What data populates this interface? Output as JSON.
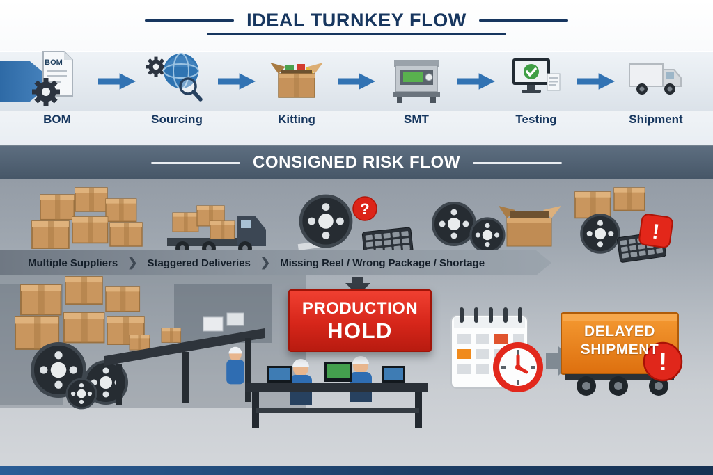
{
  "turnkey_flow": {
    "title": "IDEAL TURNKEY FLOW",
    "bom_doc_text": "BOM",
    "steps": [
      {
        "label": "BOM",
        "icon": "bom-document-gear-icon"
      },
      {
        "label": "Sourcing",
        "icon": "globe-magnifier-gear-icon"
      },
      {
        "label": "Kitting",
        "icon": "kitting-open-box-icon"
      },
      {
        "label": "SMT",
        "icon": "smt-machine-icon"
      },
      {
        "label": "Testing",
        "icon": "testing-monitor-check-icon"
      },
      {
        "label": "Shipment",
        "icon": "shipment-truck-icon"
      }
    ]
  },
  "risk_flow": {
    "title": "CONSIGNED RISK FLOW",
    "stages": [
      {
        "label": "Multiple Suppliers",
        "icon": "cardboard-boxes-icon"
      },
      {
        "label": "Staggered Deliveries",
        "icon": "delivery-truck-boxes-icon"
      },
      {
        "label": "Missing Reel / Wrong Package / Shortage",
        "icon": "reel-question-package-icon"
      }
    ],
    "question_mark": "?",
    "warning_mark": "!",
    "truck_warning_mark": "!",
    "production_hold": {
      "line1": "PRODUCTION",
      "line2": "HOLD"
    },
    "delayed_shipment": {
      "line1": "DELAYED",
      "line2": "SHIPMENT"
    }
  },
  "colors": {
    "navy": "#17365f",
    "flow_arrow_blue": "#3273b3",
    "divider_band": "#4e5f70",
    "alert_red": "#d9261c",
    "shipment_orange": "#ef8a1d"
  }
}
